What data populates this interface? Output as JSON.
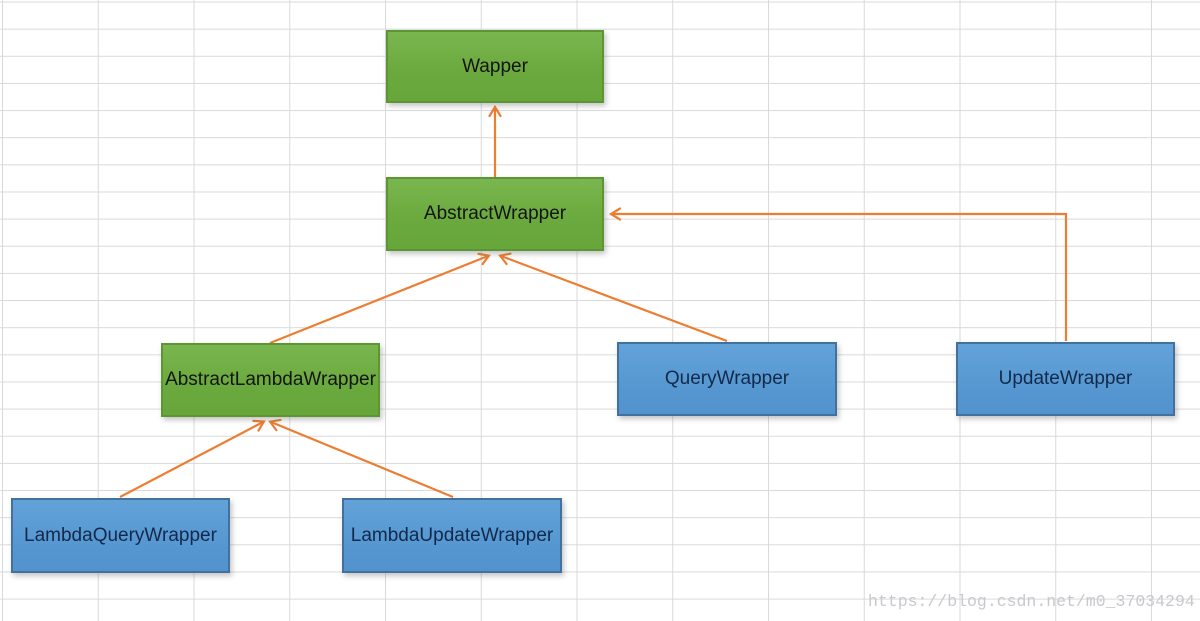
{
  "diagram": {
    "type": "class-inheritance-hierarchy",
    "nodes": {
      "wapper": {
        "label": "Wapper",
        "color": "green"
      },
      "abstract_wrapper": {
        "label": "AbstractWrapper",
        "color": "green"
      },
      "abstract_lambda_wrapper": {
        "label": "AbstractLambdaWrapper",
        "color": "green"
      },
      "query_wrapper": {
        "label": "QueryWrapper",
        "color": "blue"
      },
      "update_wrapper": {
        "label": "UpdateWrapper",
        "color": "blue"
      },
      "lambda_query_wrapper": {
        "label": "LambdaQueryWrapper",
        "color": "blue"
      },
      "lambda_update_wrapper": {
        "label": "LambdaUpdateWrapper",
        "color": "blue"
      }
    },
    "edges": [
      {
        "from": "abstract_wrapper",
        "to": "wapper"
      },
      {
        "from": "abstract_lambda_wrapper",
        "to": "abstract_wrapper"
      },
      {
        "from": "query_wrapper",
        "to": "abstract_wrapper"
      },
      {
        "from": "update_wrapper",
        "to": "abstract_wrapper"
      },
      {
        "from": "lambda_query_wrapper",
        "to": "abstract_lambda_wrapper"
      },
      {
        "from": "lambda_update_wrapper",
        "to": "abstract_lambda_wrapper"
      }
    ],
    "colors": {
      "node_green": "#70ad47",
      "node_green_border": "#5d9434",
      "node_blue": "#5b9bd5",
      "node_blue_border": "#41719c",
      "arrow_orange": "#ed7d31",
      "grid_line": "#d9d9d9",
      "watermark_gray": "#c8c8ce"
    }
  },
  "watermark": "https://blog.csdn.net/m0_37034294"
}
